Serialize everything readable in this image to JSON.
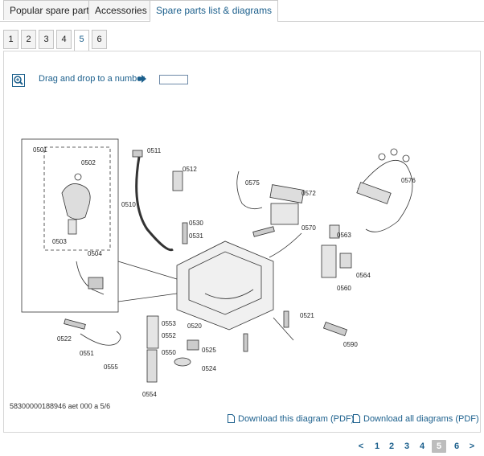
{
  "tabs": [
    {
      "label": "Popular spare parts"
    },
    {
      "label": "Accessories"
    },
    {
      "label": "Spare parts list & diagrams"
    }
  ],
  "subtabs": [
    "1",
    "2",
    "3",
    "4",
    "5",
    "6"
  ],
  "active_subtab": "5",
  "toolbar": {
    "hint": "Drag and drop to a number"
  },
  "diagram": {
    "part_numbers": [
      "0501",
      "0502",
      "0503",
      "0504",
      "0510",
      "0511",
      "0512",
      "0520",
      "0521",
      "0522",
      "0524",
      "0525",
      "0530",
      "0531",
      "0550",
      "0551",
      "0552",
      "0553",
      "0554",
      "0555",
      "0560",
      "0563",
      "0564",
      "0570",
      "0572",
      "0575",
      "0576",
      "0590"
    ],
    "doc_id": "58300000188946 aet 000 a 5/6"
  },
  "downloads": {
    "diagram": "Download this diagram (PDF)",
    "all": "Download all diagrams (PDF)"
  },
  "pagination": {
    "prev": "<",
    "pages": [
      "1",
      "2",
      "3",
      "4",
      "5",
      "6"
    ],
    "current": "5",
    "next": ">"
  },
  "colors": {
    "accent": "#1b5f8c",
    "border": "#c9c9c9"
  }
}
